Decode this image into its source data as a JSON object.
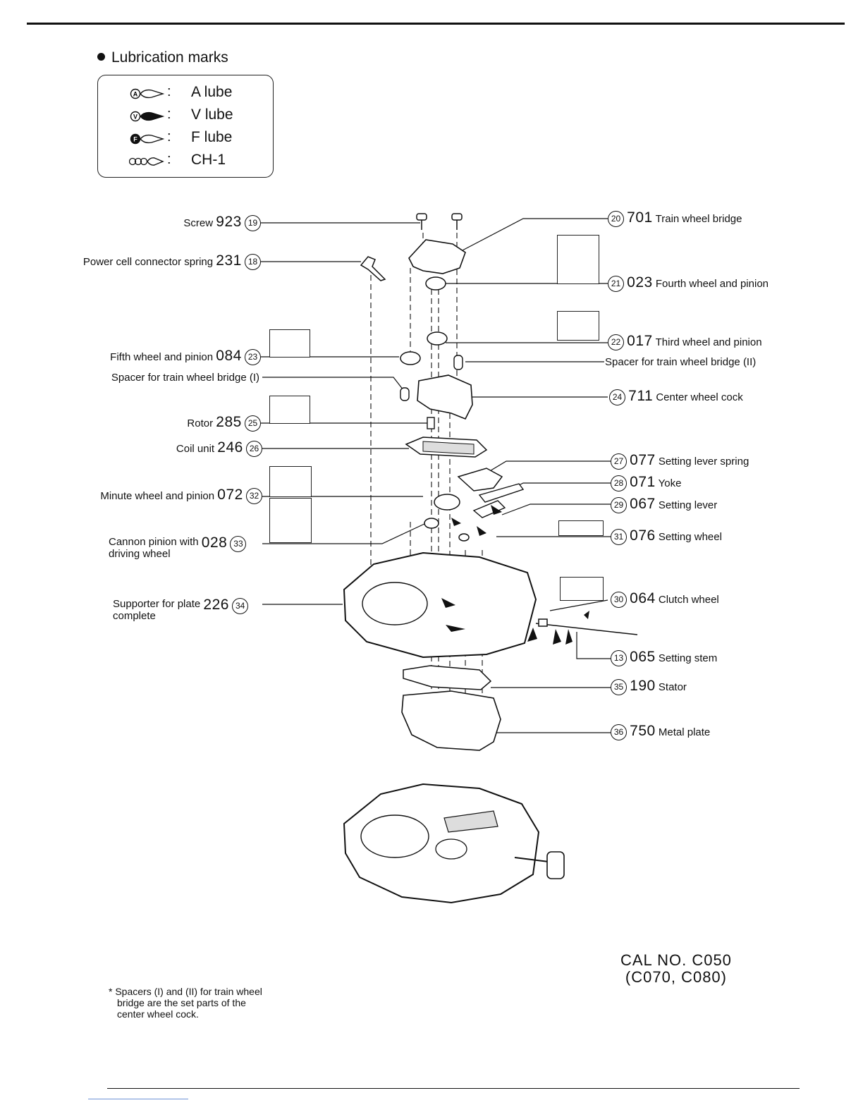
{
  "legend": {
    "heading": "Lubrication marks",
    "items": [
      {
        "symbol": "a-lube-icon",
        "label": "A lube"
      },
      {
        "symbol": "v-lube-icon",
        "label": "V lube"
      },
      {
        "symbol": "f-lube-icon",
        "label": "F lube"
      },
      {
        "symbol": "ch1-icon",
        "label": "CH-1"
      }
    ]
  },
  "left_parts": [
    {
      "name": "Screw",
      "code": "923",
      "ref": "19"
    },
    {
      "name": "Power cell connector spring",
      "code": "231",
      "ref": "18"
    },
    {
      "name": "Fifth wheel and pinion",
      "code": "084",
      "ref": "23"
    },
    {
      "name": "Spacer for train wheel bridge (I)",
      "code": "",
      "ref": ""
    },
    {
      "name": "Rotor",
      "code": "285",
      "ref": "25"
    },
    {
      "name": "Coil unit",
      "code": "246",
      "ref": "26"
    },
    {
      "name": "Minute wheel and pinion",
      "code": "072",
      "ref": "32"
    },
    {
      "name": "Cannon pinion with",
      "name2": "driving wheel",
      "code": "028",
      "ref": "33"
    },
    {
      "name": "Supporter for plate",
      "name2": "complete",
      "code": "226",
      "ref": "34"
    }
  ],
  "right_parts": [
    {
      "ref": "20",
      "code": "701",
      "name": "Train wheel bridge"
    },
    {
      "ref": "21",
      "code": "023",
      "name": "Fourth wheel and pinion"
    },
    {
      "ref": "22",
      "code": "017",
      "name": "Third wheel and pinion"
    },
    {
      "ref": "",
      "code": "",
      "name": "Spacer for train wheel bridge (II)"
    },
    {
      "ref": "24",
      "code": "711",
      "name": "Center wheel cock"
    },
    {
      "ref": "27",
      "code": "077",
      "name": "Setting lever spring"
    },
    {
      "ref": "28",
      "code": "071",
      "name": "Yoke"
    },
    {
      "ref": "29",
      "code": "067",
      "name": "Setting lever"
    },
    {
      "ref": "31",
      "code": "076",
      "name": "Setting wheel"
    },
    {
      "ref": "30",
      "code": "064",
      "name": "Clutch wheel"
    },
    {
      "ref": "13",
      "code": "065",
      "name": "Setting stem"
    },
    {
      "ref": "35",
      "code": "190",
      "name": "Stator"
    },
    {
      "ref": "36",
      "code": "750",
      "name": "Metal plate"
    }
  ],
  "caliber": {
    "line1": "CAL NO. C050",
    "line2": "(C070, C080)"
  },
  "footnote": {
    "line1": "* Spacers (I) and (II) for train wheel",
    "line2": "bridge are the set parts of the",
    "line3": "center wheel cock."
  }
}
